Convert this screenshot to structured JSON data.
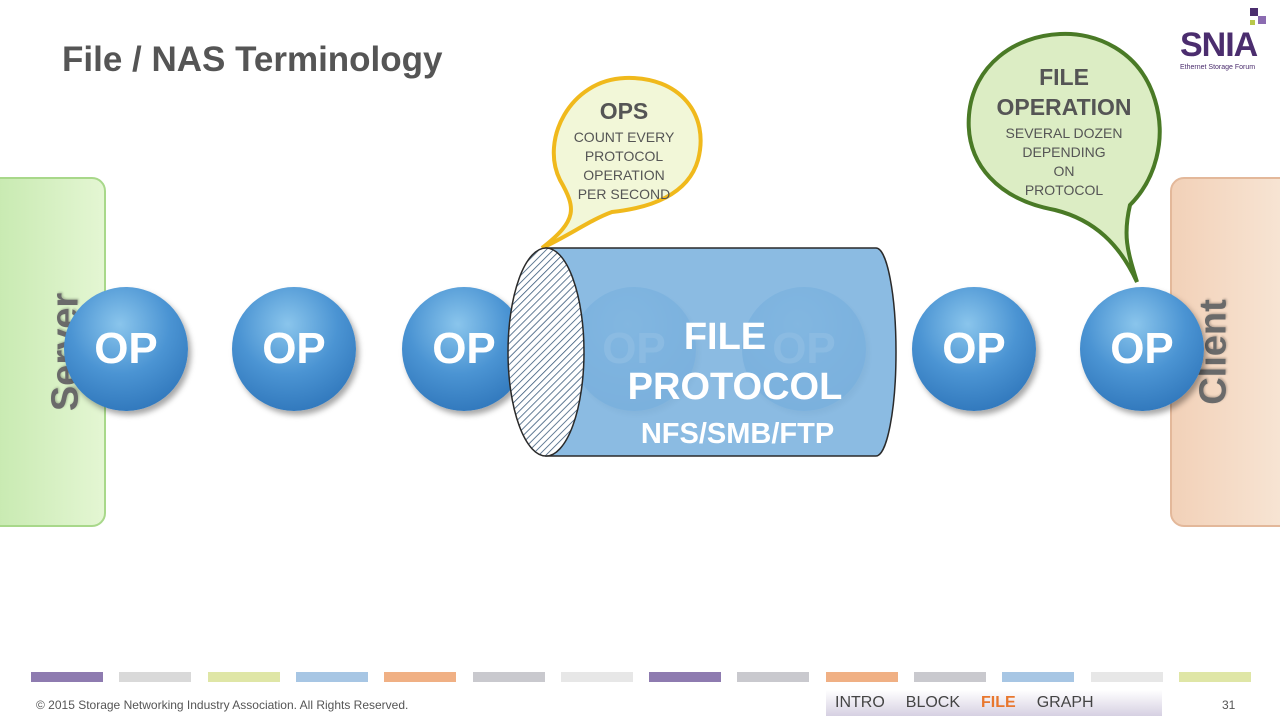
{
  "title": "File / NAS Terminology",
  "logo": {
    "word": "SNIA",
    "subtitle": "Ethernet Storage Forum"
  },
  "server_label": "Server",
  "client_label": "Client",
  "op_label": "OP",
  "pipe": {
    "line1": "FILE",
    "line2": "PROTOCOL",
    "line3": "NFS/SMB/FTP"
  },
  "ops_bubble": {
    "heading": "OPS",
    "body": [
      "COUNT EVERY",
      "PROTOCOL",
      "OPERATION",
      "PER SECOND"
    ]
  },
  "file_op_bubble": {
    "heading": [
      "FILE",
      "OPERATION"
    ],
    "body": [
      "SEVERAL DOZEN",
      "DEPENDING",
      "ON",
      "PROTOCOL"
    ]
  },
  "colors": {
    "op_blue": "#2f7cc4",
    "ops_bubble_border": "#f0b91c",
    "file_bubble_border": "#4a7a26",
    "active_nav": "#e8772e"
  },
  "footer": {
    "copyright": "© 2015 Storage Networking Industry Association. All Rights Reserved.",
    "page_number": "31",
    "nav": [
      "INTRO",
      "BLOCK",
      "FILE",
      "GRAPH"
    ],
    "active_nav": "FILE",
    "bar_colors": [
      "#8e7bb0",
      "#d9d9d9",
      "#dfe6a6",
      "#a7c6e4",
      "#f0b084",
      "#c9c9ce",
      "#e7e7e7",
      "#8e7bb0",
      "#c9c9ce",
      "#f0b084",
      "#c9c9ce",
      "#a7c6e4",
      "#e7e7e7",
      "#dfe6a6"
    ]
  }
}
